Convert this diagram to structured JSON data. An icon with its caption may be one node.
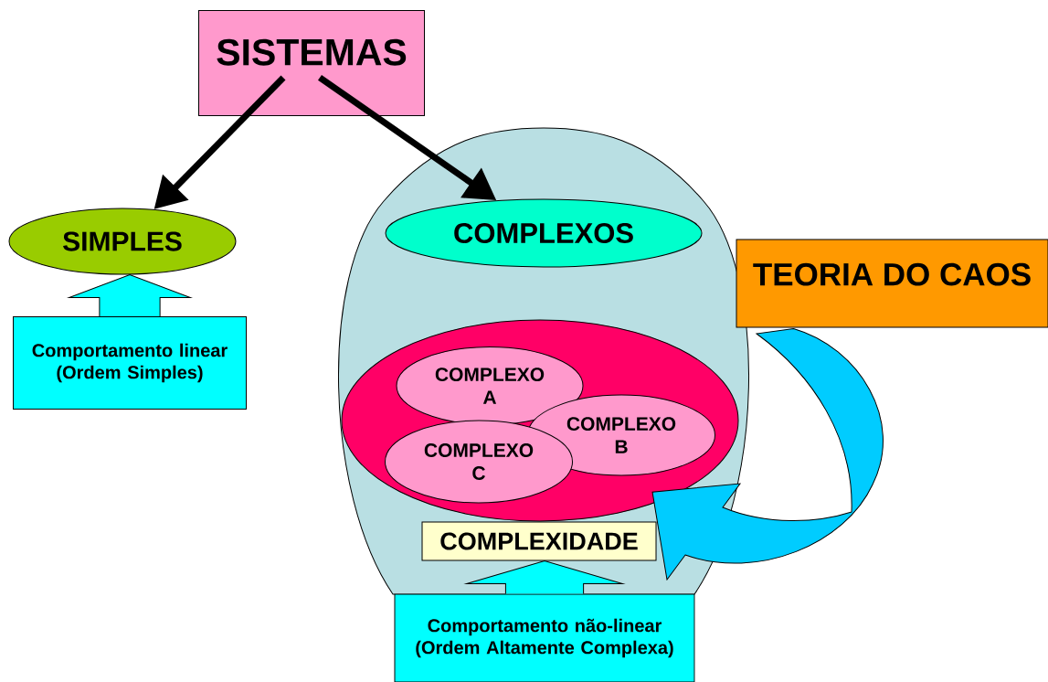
{
  "diagram": {
    "nodes": [
      {
        "text": [
          "SISTEMAS"
        ]
      },
      {
        "text": [
          "SIMPLES"
        ]
      },
      {
        "text": [
          "Comportamento linear (Ordem Simples)"
        ]
      },
      {
        "text": [],
        "shape": "circle"
      },
      {
        "text": [
          "COMPLEXOS"
        ],
        "in": 3
      },
      {
        "text": [],
        "shape": "circle",
        "in": 3
      },
      {
        "text": [
          "COMPLEXO A"
        ],
        "in": 5
      },
      {
        "text": [
          "COMPLEXO B"
        ],
        "in": 5
      },
      {
        "text": [
          "COMPLEXO C"
        ],
        "in": 5
      },
      {
        "text": [
          "COMPLEXIDADE"
        ],
        "in": 3
      },
      {
        "text": [
          "Comportamento não-linear (Ordem Altamente Complexa)"
        ]
      },
      {
        "text": [
          "TEORIA DO CAOS"
        ]
      }
    ],
    "edges": [
      {
        "from": 0,
        "to": 1,
        "arrow": "to"
      },
      {
        "from": 0,
        "to": 4,
        "arrow": "to"
      },
      {
        "from": 2,
        "to": 1,
        "arrow": "to",
        "color": "#00ffff"
      },
      {
        "from": 10,
        "to": 9,
        "arrow": "to",
        "color": "#00ffff"
      },
      {
        "from": 11,
        "to": 5,
        "arrow": "to",
        "color": "#00ccff"
      }
    ]
  }
}
